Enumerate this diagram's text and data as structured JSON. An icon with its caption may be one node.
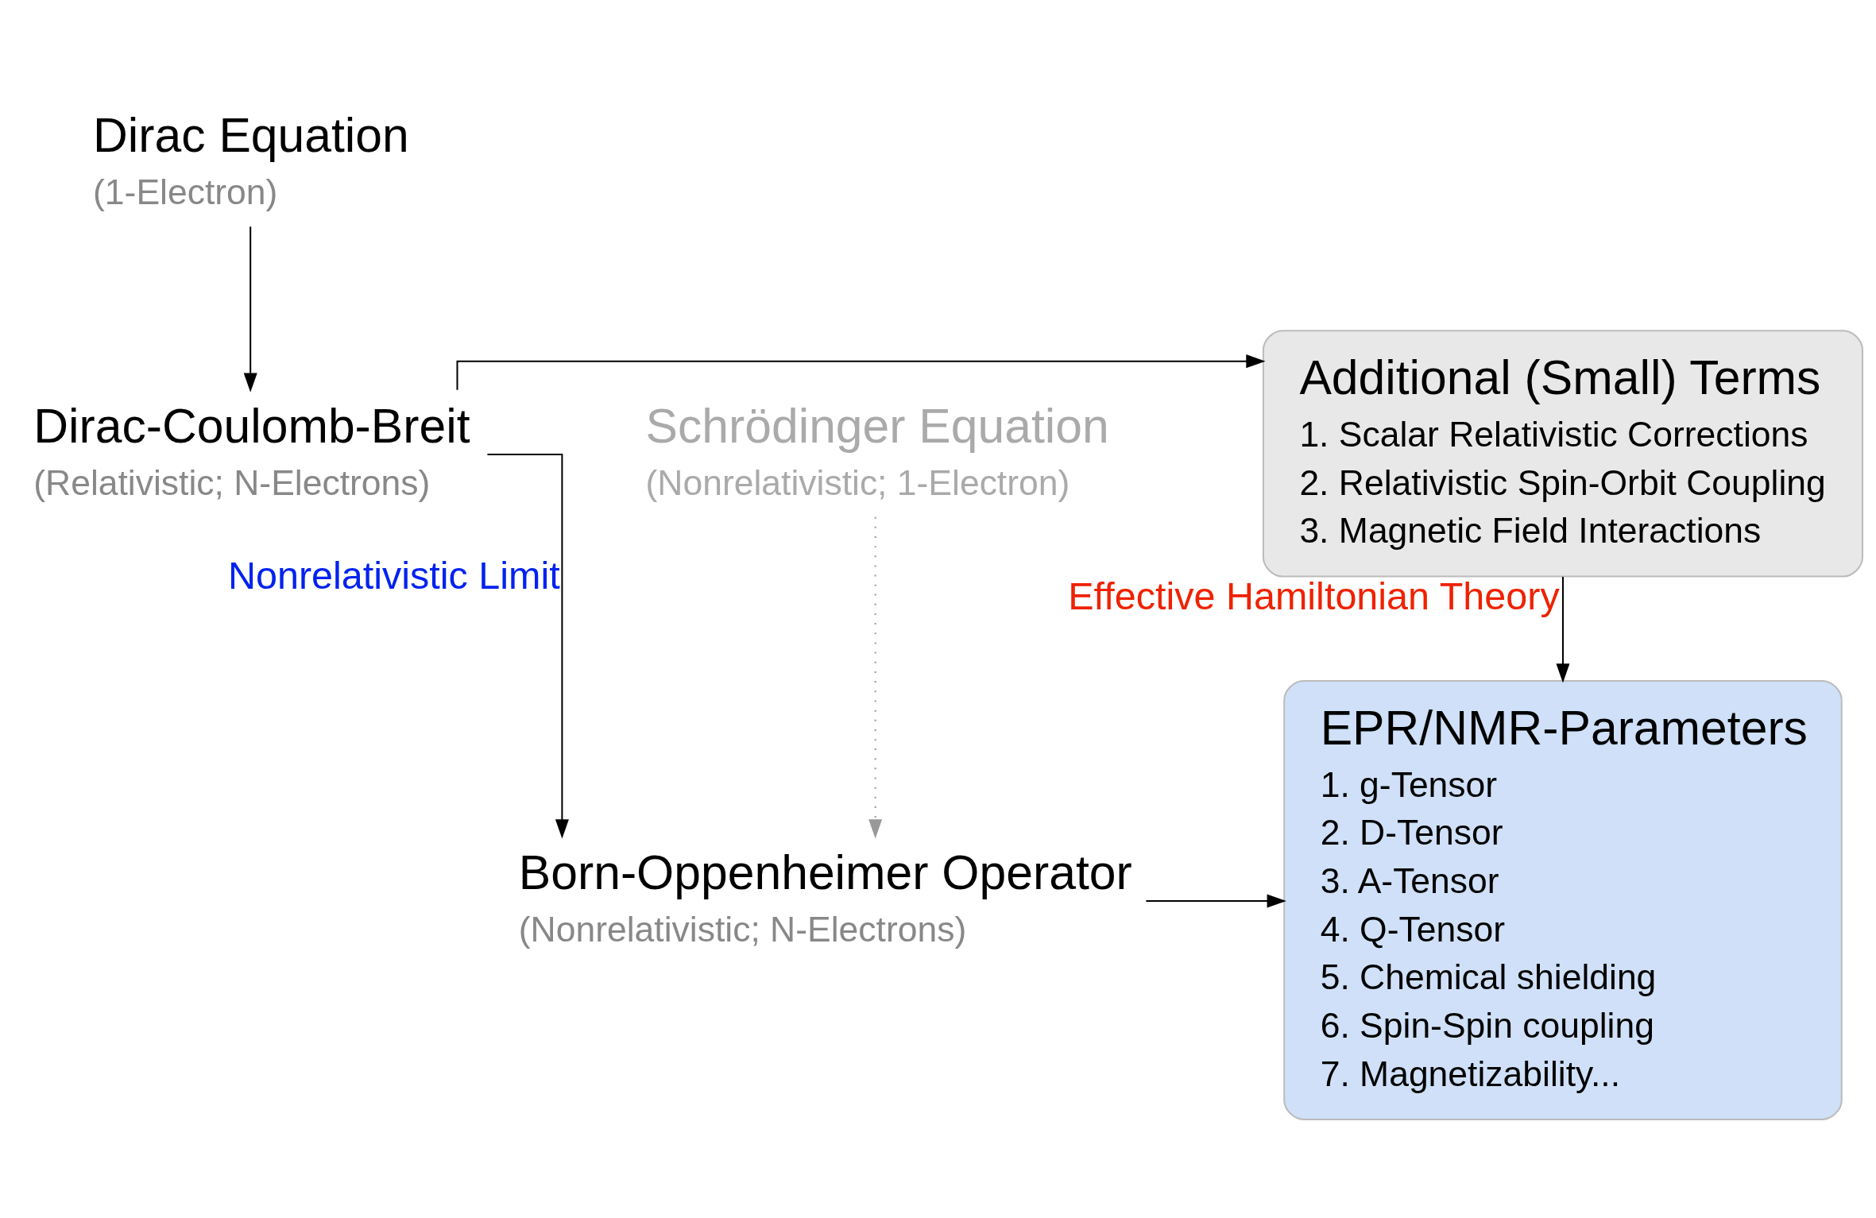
{
  "diagram": {
    "nodes": [
      {
        "text": [
          "Dirac Equation",
          "(1-Electron)"
        ]
      },
      {
        "text": [
          "Dirac-Coulomb-Breit",
          "(Relativistic; N-Electrons)"
        ]
      },
      {
        "text": [
          "Additional (Small) Terms",
          "1. Scalar Relativistic Corrections",
          "2. Relativistic Spin-Orbit Coupling",
          "3. Magnetic Field Interactions"
        ]
      },
      {
        "text": [
          "Born-Oppenheimer Operator",
          "(Nonrelativistic; N-Electrons)"
        ]
      },
      {
        "text": [
          "EPR/NMR-Parameters",
          "1. g-Tensor",
          "2. D-Tensor",
          "3. A-Tensor",
          "4. Q-Tensor",
          "5. Chemical shielding",
          "6. Spin-Spin coupling",
          "7. Magnetizability..."
        ]
      },
      {
        "text": [
          "Schrödinger Equation",
          "(Nonrelativistic; 1-Electron)"
        ]
      }
    ],
    "edges": [
      {
        "from": 0,
        "to": 1,
        "arrow": "to"
      },
      {
        "from": 1,
        "to": 2,
        "arrow": "to"
      },
      {
        "from": 1,
        "to": 3,
        "arrow": "to",
        "label": "Nonrelativistic Limit"
      },
      {
        "from": 2,
        "to": 4,
        "arrow": "to",
        "label": "Effective Hamiltonian Theory"
      },
      {
        "from": 3,
        "to": 4,
        "arrow": "to"
      },
      {
        "from": 5,
        "to": 3,
        "arrow": "to",
        "style": "dashed",
        "color": "#999999"
      }
    ]
  }
}
